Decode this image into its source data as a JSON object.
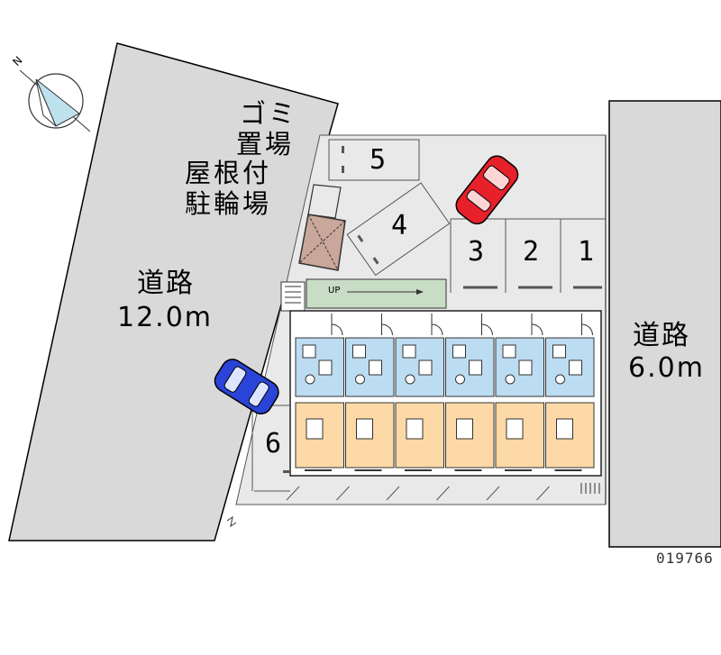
{
  "map": {
    "road_west": {
      "name": "道路",
      "width": "12.0m"
    },
    "road_east": {
      "name": "道路",
      "width": "6.0m"
    },
    "garbage": {
      "line1": "ゴミ",
      "line2": "置場"
    },
    "bicycle": {
      "line1": "屋根付",
      "line2": "駐輪場"
    },
    "parking": [
      "1",
      "2",
      "3",
      "4",
      "5",
      "6"
    ],
    "stair_label": "UP",
    "property_id": "019766",
    "compass_letter": "N",
    "colors": {
      "road": "#d9d9d9",
      "lot": "#e8e8e8",
      "kitchen": "#bcdcf2",
      "room": "#fcd9a6",
      "car_red": "#e8202a",
      "car_blue": "#2a44d8",
      "green_area": "#c9dcc6",
      "bike_shed": "#c9a79a"
    }
  }
}
